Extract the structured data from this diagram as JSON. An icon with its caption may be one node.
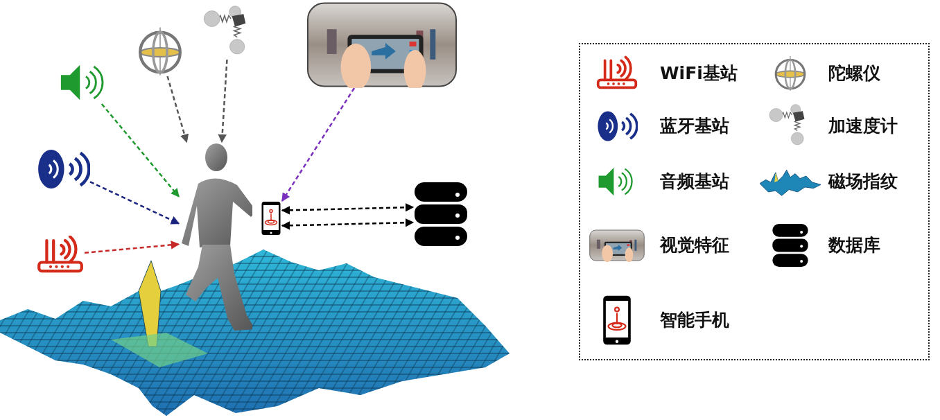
{
  "diagram": {
    "nodes": [
      {
        "text": [],
        "shape": "picture"
      },
      {
        "text": [],
        "shape": "picture"
      },
      {
        "text": [],
        "shape": "picture"
      },
      {
        "text": [],
        "shape": "picture"
      },
      {
        "text": [],
        "shape": "picture"
      },
      {
        "text": [],
        "shape": "person"
      },
      {
        "text": [],
        "shape": "picture"
      },
      {
        "text": [],
        "shape": "cylinder"
      },
      {
        "text": [],
        "shape": "picture"
      }
    ],
    "edges": [
      {
        "from": 3,
        "to": 5,
        "arrow": "to",
        "style": "dashed",
        "color": "#1e9a2e"
      },
      {
        "from": 0,
        "to": 5,
        "arrow": "to",
        "style": "dashed",
        "color": "#555555"
      },
      {
        "from": 1,
        "to": 5,
        "arrow": "to",
        "style": "dashed",
        "color": "#555555"
      },
      {
        "from": 2,
        "to": 6,
        "arrow": "to",
        "style": "dashed",
        "color": "#7b2fbf"
      },
      {
        "from": 4,
        "to": 5,
        "arrow": "to",
        "style": "dashed",
        "color": "#1a237e"
      },
      {
        "from": 8,
        "to": 5,
        "arrow": "to",
        "style": "dashed",
        "color": "#c62828"
      },
      {
        "from": 6,
        "to": 7,
        "arrow": "both",
        "style": "dashed",
        "color": "#000000"
      },
      {
        "from": 6,
        "to": 7,
        "arrow": "both",
        "style": "dashed",
        "color": "#000000"
      }
    ],
    "legend": [
      {
        "text": "WiFi基站"
      },
      {
        "text": "陀螺仪"
      },
      {
        "text": "蓝牙基站"
      },
      {
        "text": "加速度计"
      },
      {
        "text": "音频基站"
      },
      {
        "text": "磁场指纹"
      },
      {
        "text": "视觉特征"
      },
      {
        "text": "数据库"
      },
      {
        "text": "智能手机"
      }
    ]
  }
}
